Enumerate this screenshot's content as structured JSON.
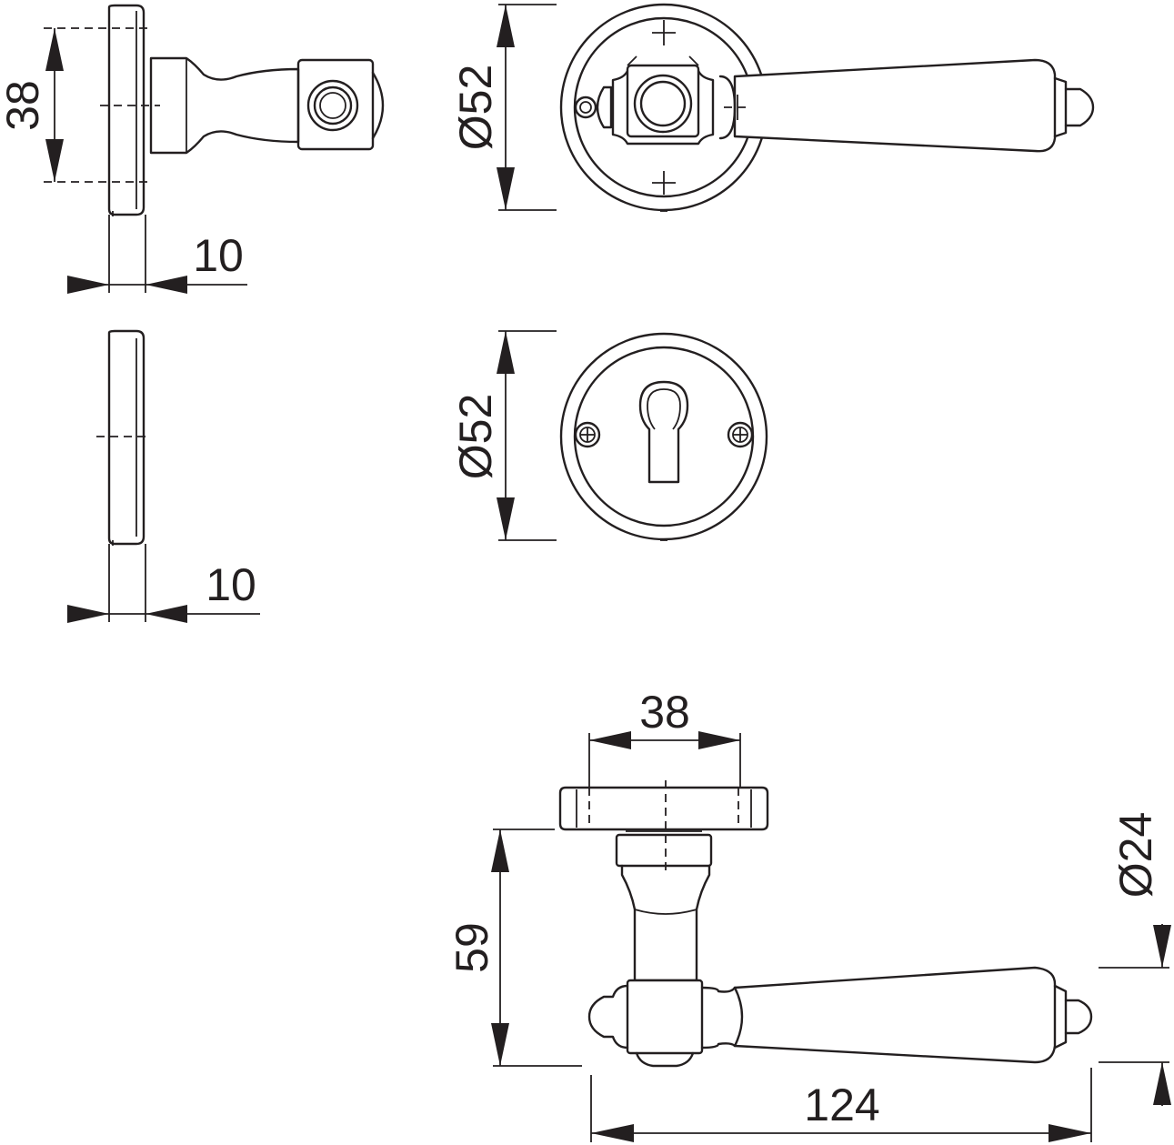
{
  "dimensions": {
    "side_rose_height": "38",
    "side_rose_depth": "10",
    "rose_diameter": "Ø52",
    "side_escutcheon_depth": "10",
    "escutcheon_diameter": "Ø52",
    "top_rose_width": "38",
    "lever_projection": "59",
    "lever_diameter": "Ø24",
    "lever_length": "124"
  },
  "colors": {
    "line": "#231f20",
    "background": "#ffffff"
  }
}
